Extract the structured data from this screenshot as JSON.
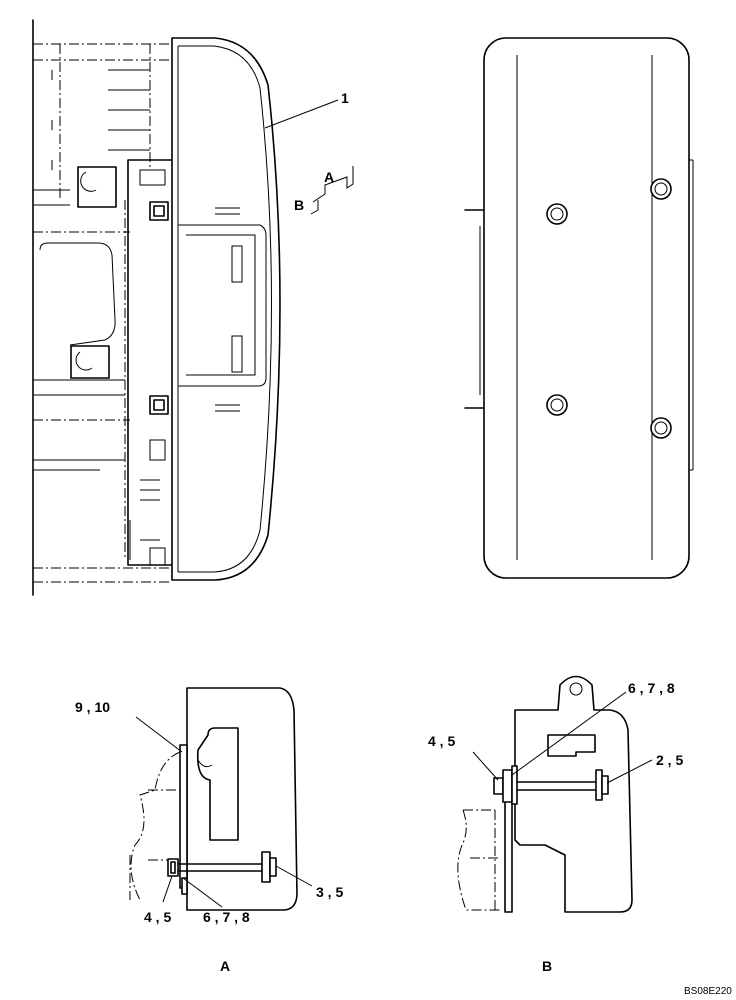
{
  "callouts": {
    "part_1": "1",
    "section_a_marker": "A",
    "section_b_marker": "B",
    "detail_a_9_10": "9 , 10",
    "detail_a_3_5": "3 , 5",
    "detail_a_4_5": "4 , 5",
    "detail_a_6_7_8": "6 , 7 , 8",
    "detail_b_6_7_8": "6 , 7 , 8",
    "detail_b_4_5": "4 , 5",
    "detail_b_2_5": "2 , 5"
  },
  "views": {
    "view_a_label": "A",
    "view_b_label": "B"
  },
  "drawing_code": "BS08E220"
}
